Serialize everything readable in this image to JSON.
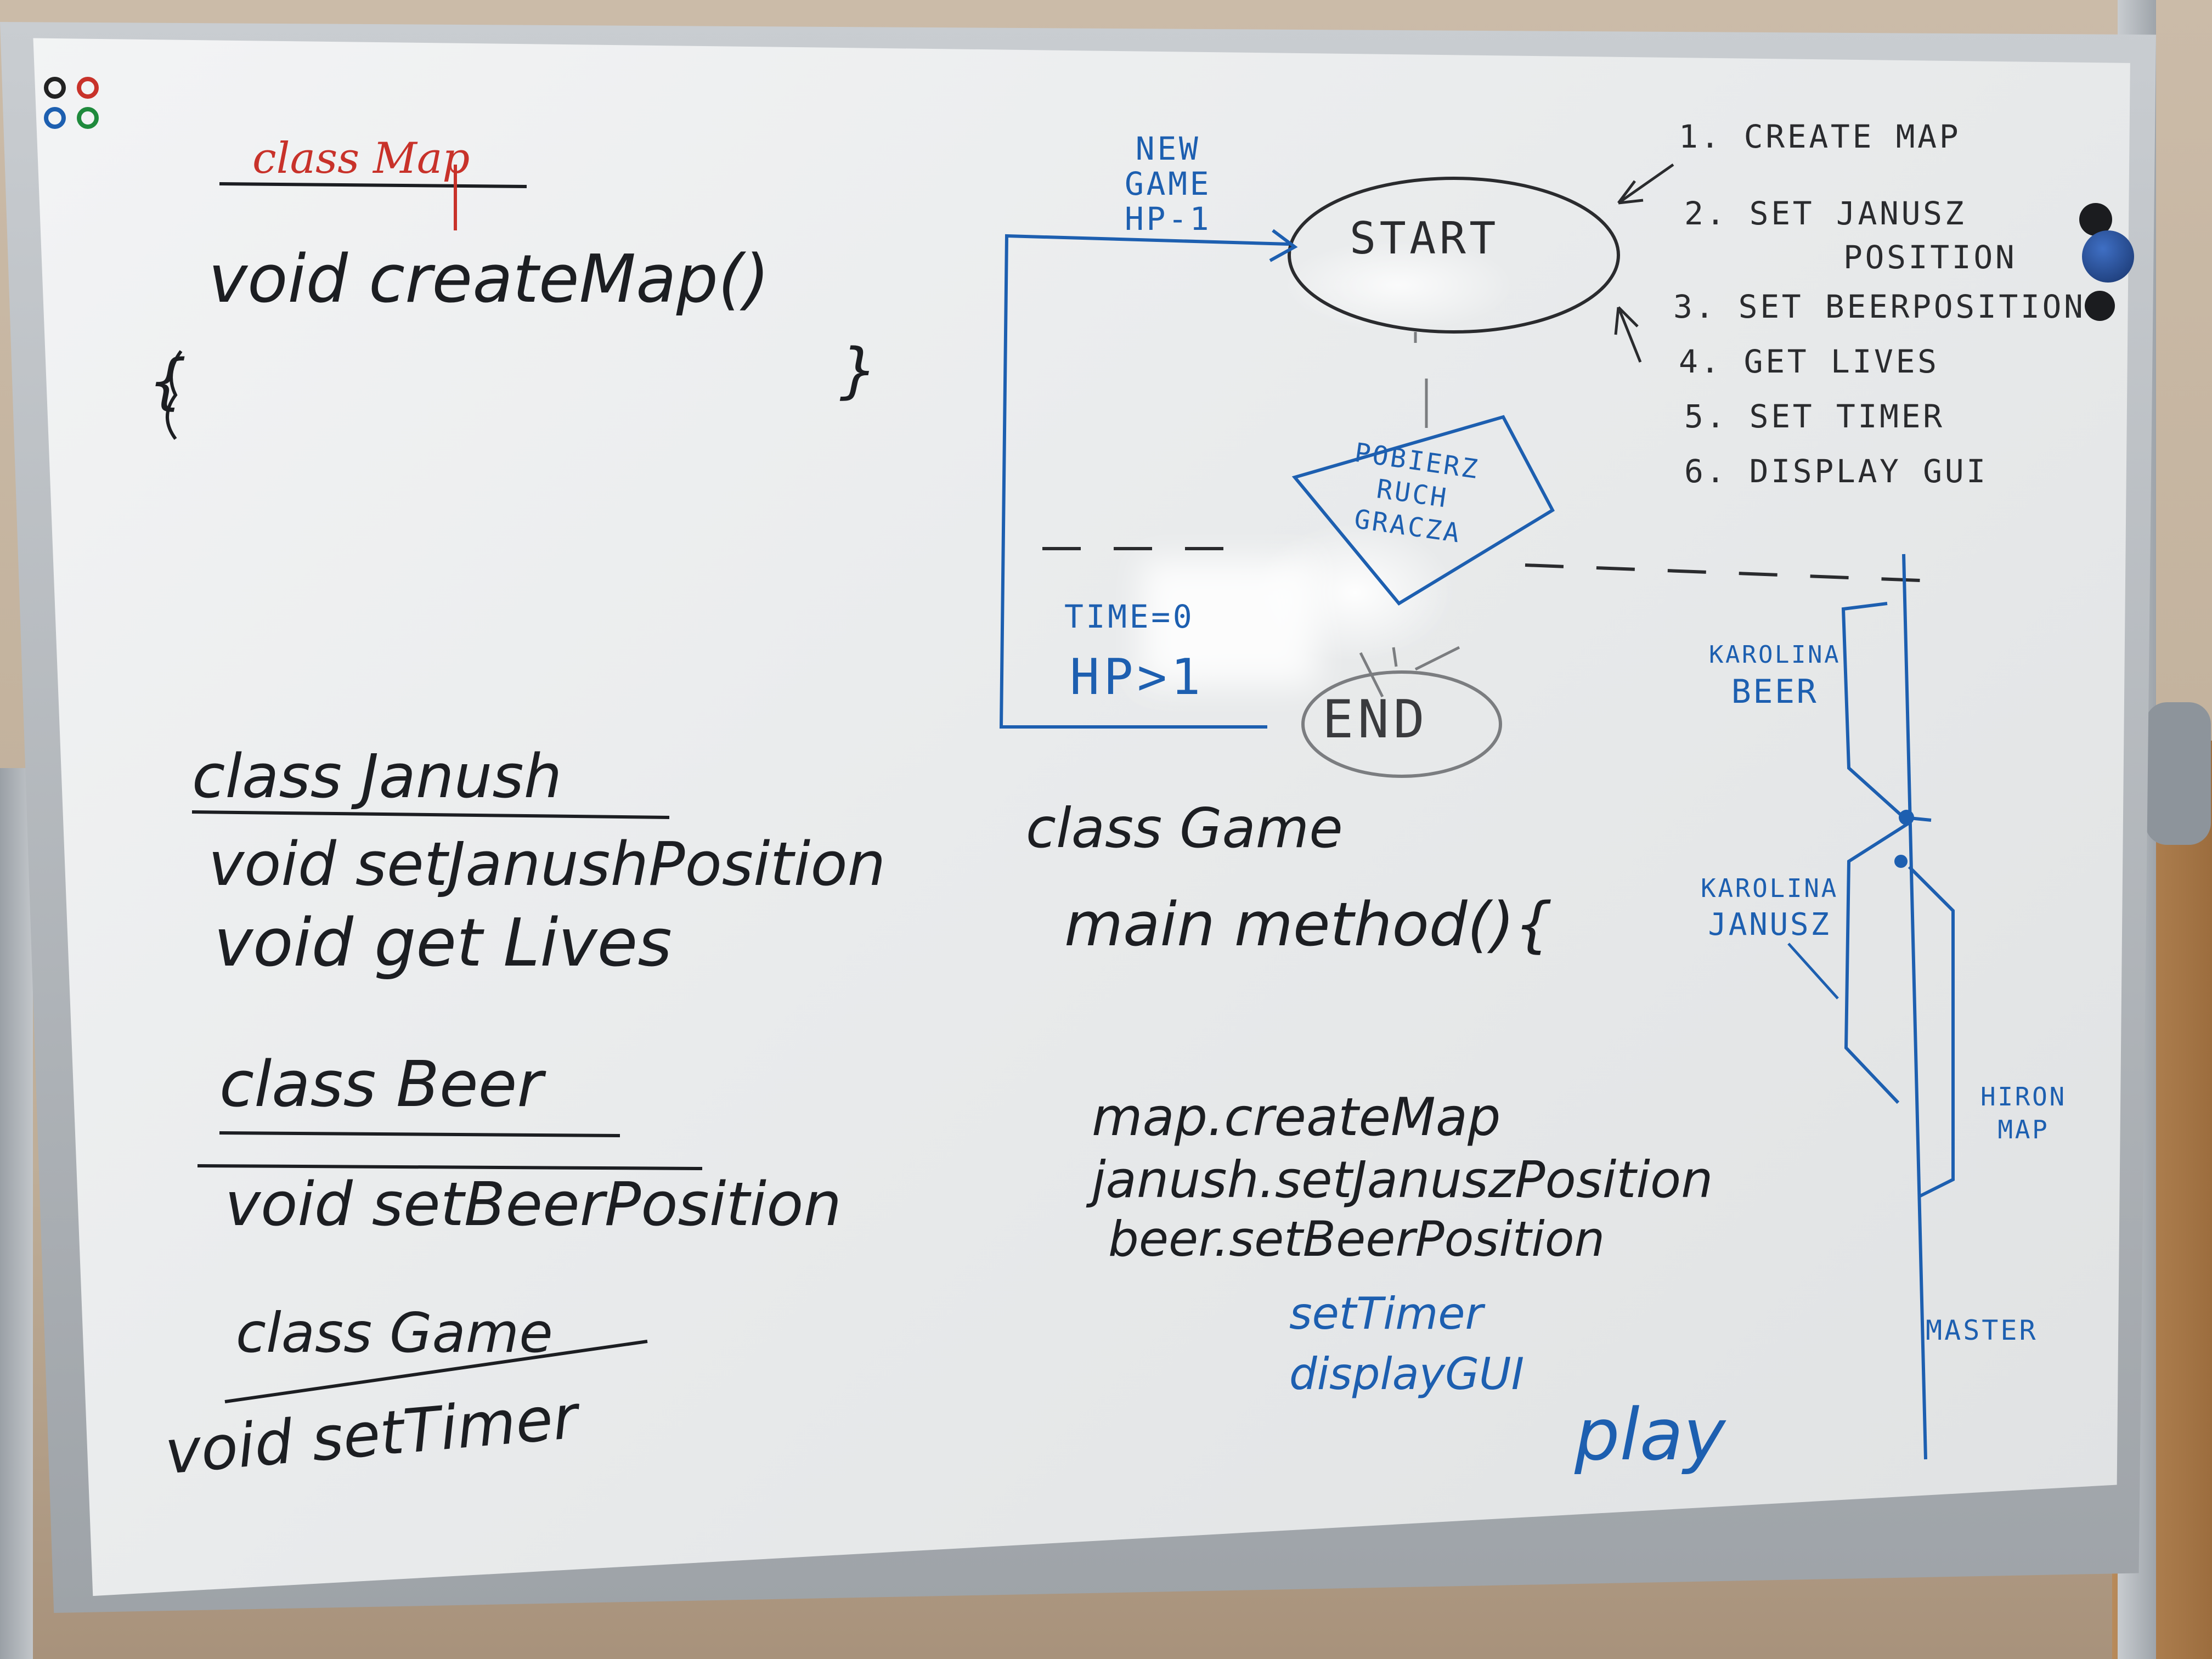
{
  "left_column": {
    "map_class_title": "class Map",
    "map_method": "void createMap()",
    "map_open_brace": "{",
    "map_close_brace": "}",
    "janush_class_title": "class Janush",
    "janush_method_1": "void setJanushPosition",
    "janush_method_2": "void get Lives",
    "beer_class_title": "class Beer",
    "beer_method": "void setBeerPosition",
    "game_class_title": "class Game",
    "game_method": "void setTimer"
  },
  "flowchart": {
    "new_game_lines": [
      "NEW",
      "GAME",
      "HP-1"
    ],
    "start_label": "START",
    "decision_lines": [
      "POBIERZ",
      "RUCH",
      "GRACZA"
    ],
    "condition_lines": [
      "TIME=0",
      "HP>1"
    ],
    "end_label": "END"
  },
  "steps": [
    "1. CREATE MAP",
    "2. SET JANUSZ",
    "POSITION",
    "3. SET BEERPOSITION",
    "4. GET LIVES",
    "5. SET TIMER",
    "6. DISPLAY GUI"
  ],
  "game_main": {
    "class_title": "class Game",
    "main_method": "main method(){",
    "calls": [
      "map.createMap",
      "janush.setJanuszPosition",
      "beer.setBeerPosition"
    ],
    "blue_calls": [
      "setTimer",
      "displayGUI"
    ],
    "play": "play"
  },
  "timeline": {
    "labels": [
      [
        "KAROLINA",
        "BEER"
      ],
      [
        "KAROLINA",
        "JANUSZ"
      ],
      [
        "HIRON",
        "MAP"
      ]
    ],
    "master": "MASTER"
  },
  "colors": {
    "black_marker": "#1c1e22",
    "blue_marker": "#1d5fb0",
    "red_marker": "#c8322a",
    "board": "#eceeef"
  }
}
